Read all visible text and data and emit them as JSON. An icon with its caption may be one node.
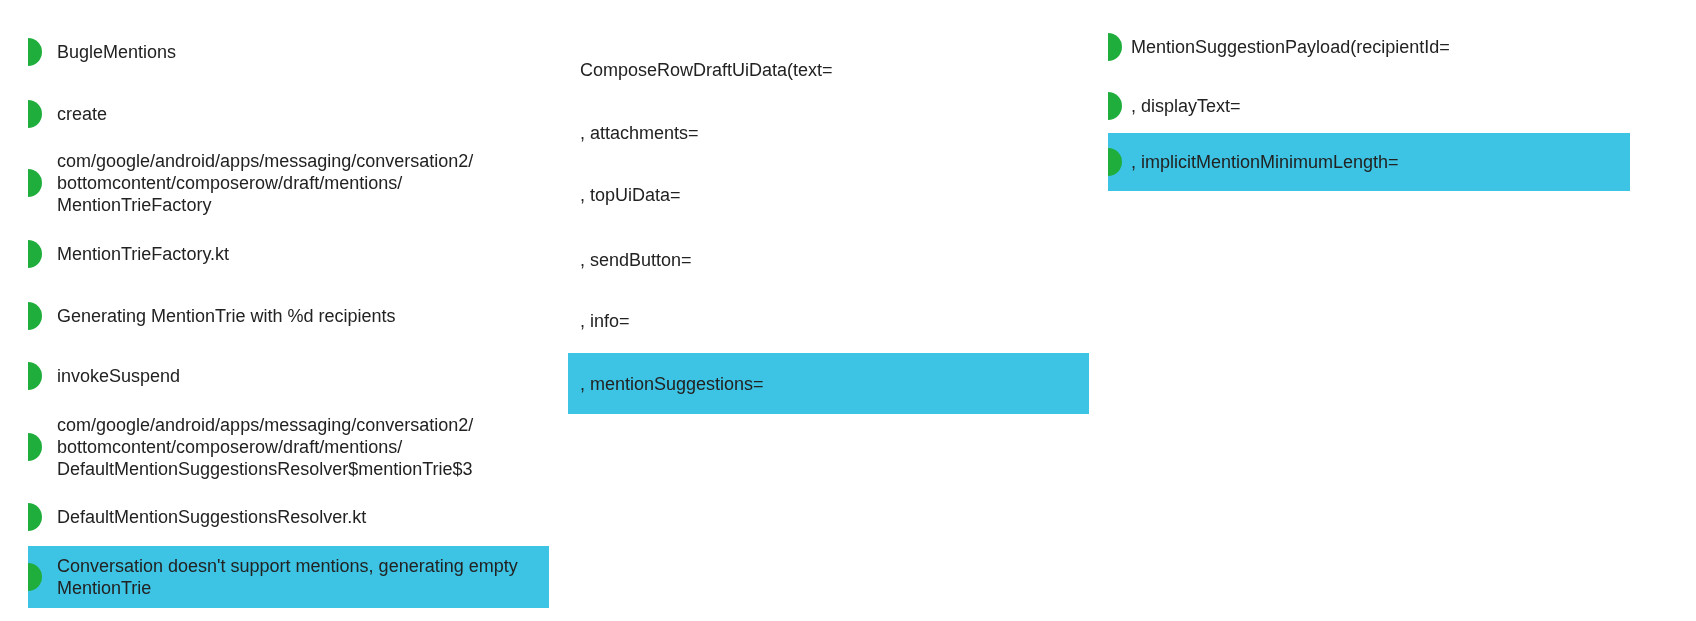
{
  "diagram": {
    "labels": [
      "BugleMentions",
      "create",
      "com/google/android/apps/messaging/conversation2/ bottomcontent/composerow/draft/mentions/ MentionTrieFactory",
      "MentionTrieFactory.kt",
      "Generating MentionTrie with %d recipients",
      "invokeSuspend",
      "com/google/android/apps/messaging/conversation2/ bottomcontent/composerow/draft/mentions/ DefaultMentionSuggestionsResolver$mentionTrie$3",
      "DefaultMentionSuggestionsResolver.kt",
      "Conversation doesn't support mentions, generating empty MentionTrie",
      "ComposeRowDraftUiData(text=",
      ", attachments=",
      ", topUiData=",
      ", sendButton=",
      ", info=",
      ", mentionSuggestions=",
      "MentionSuggestionPayload(recipientId=",
      ", displayText=",
      ", implicitMentionMinimumLength="
    ]
  }
}
